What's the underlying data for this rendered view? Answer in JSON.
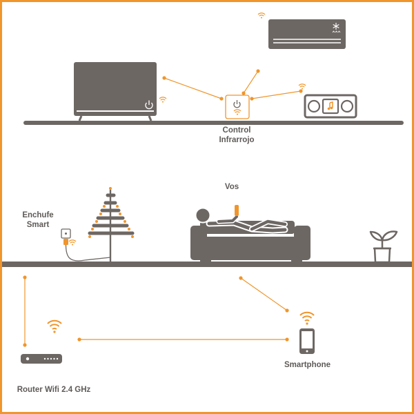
{
  "labels": {
    "control": [
      "Control",
      "Infrarrojo"
    ],
    "you": "Vos",
    "plug": [
      "Enchufe",
      "Smart"
    ],
    "router": "Router Wifi 2.4 GHz",
    "phone": "Smartphone"
  },
  "colors": {
    "frame": "#f0952b",
    "accent": "#f0952b",
    "device": "#6d6764",
    "text": "#5e5a58",
    "background": "#ffffff"
  },
  "icons": [
    "tv-icon",
    "air-conditioner-icon",
    "ir-controller-icon",
    "music-system-icon",
    "christmas-tree-icon",
    "smart-plug-icon",
    "sofa-icon",
    "person-icon",
    "plant-icon",
    "router-icon",
    "smartphone-icon",
    "wifi-icon",
    "power-icon",
    "snowflake-icon",
    "music-note-icon"
  ]
}
